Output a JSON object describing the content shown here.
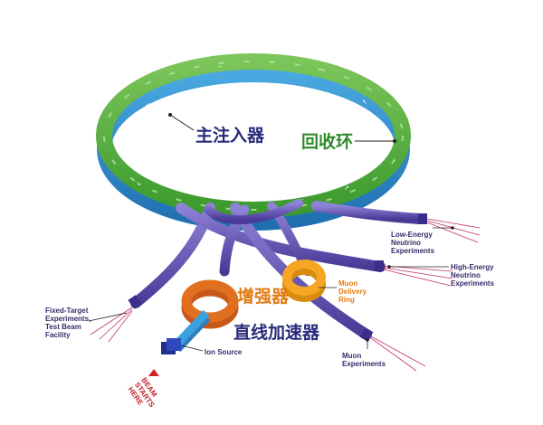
{
  "labels": {
    "main_injector": "主注入器",
    "recycler": "回收环",
    "booster": "增强器",
    "linac": "直线加速器",
    "ion_source": "Ion Source",
    "beam_start": [
      "BEAM",
      "STARTS",
      "HERE"
    ],
    "fixed_target": [
      "Fixed-Target",
      "Experiments,",
      "Test Beam",
      "Facility"
    ],
    "low_energy": [
      "Low-Energy",
      "Neutrino",
      "Experiments"
    ],
    "high_energy": [
      "High-Energy",
      "Neutrino",
      "Experiments"
    ],
    "muon_delivery": [
      "Muon",
      "Delivery",
      "Ring"
    ],
    "muon_experiments": [
      "Muon",
      "Experiments"
    ]
  },
  "colors": {
    "ring_green": "#4cab3a",
    "ring_blue": "#2f86c8",
    "beamline_purple": "#5b4aa8",
    "beamline_light": "#8a7ed0",
    "booster_orange": "#e0701e",
    "delivery_orange": "#f5a623",
    "linac_blue": "#3aa0e0",
    "label_dark": "#2a2a7a",
    "label_green": "#2f8a2a",
    "label_orange": "#e07b12",
    "beam_rays": "#c0306a"
  }
}
